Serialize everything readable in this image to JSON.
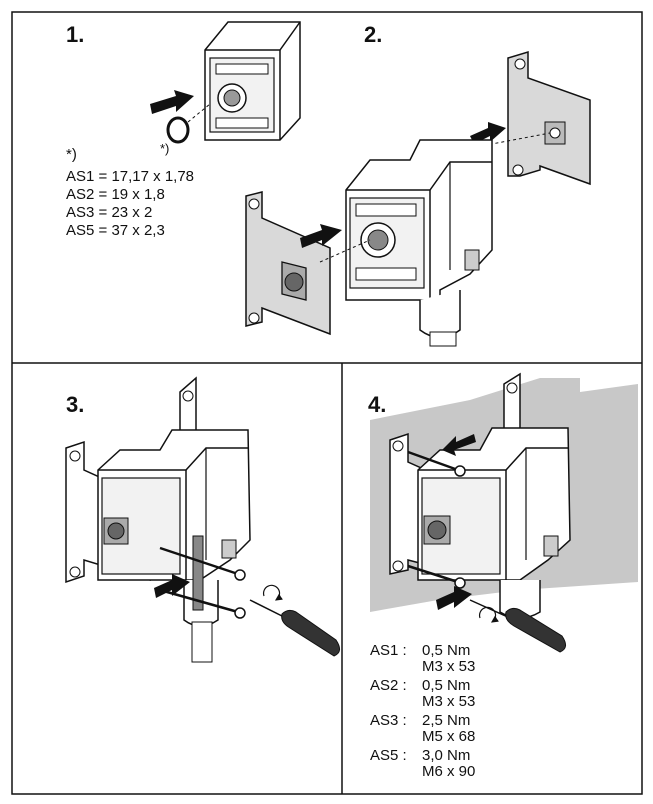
{
  "steps": [
    "1.",
    "2.",
    "3.",
    "4."
  ],
  "oring_marker": "*)",
  "oring_footnote": "*)",
  "oring_sizes": [
    "AS1 = 17,17 x 1,78",
    "AS2 = 19 x 1,8",
    "AS3 = 23 x 2",
    "AS5 = 37 x 2,3"
  ],
  "torque_specs": [
    {
      "size": "AS1 :",
      "torque": "0,5 Nm",
      "screw": "M3 x 53"
    },
    {
      "size": "AS2 :",
      "torque": "0,5 Nm",
      "screw": "M3 x 53"
    },
    {
      "size": "AS3 :",
      "torque": "2,5 Nm",
      "screw": "M5 x 68"
    },
    {
      "size": "AS5 :",
      "torque": "3,0 Nm",
      "screw": "M6 x 90"
    }
  ],
  "colors": {
    "frame": "#111111",
    "wall": "#c8c8c8",
    "housing": "#ffffff",
    "bracket": "#d9d9d9",
    "arrow": "#111111"
  }
}
